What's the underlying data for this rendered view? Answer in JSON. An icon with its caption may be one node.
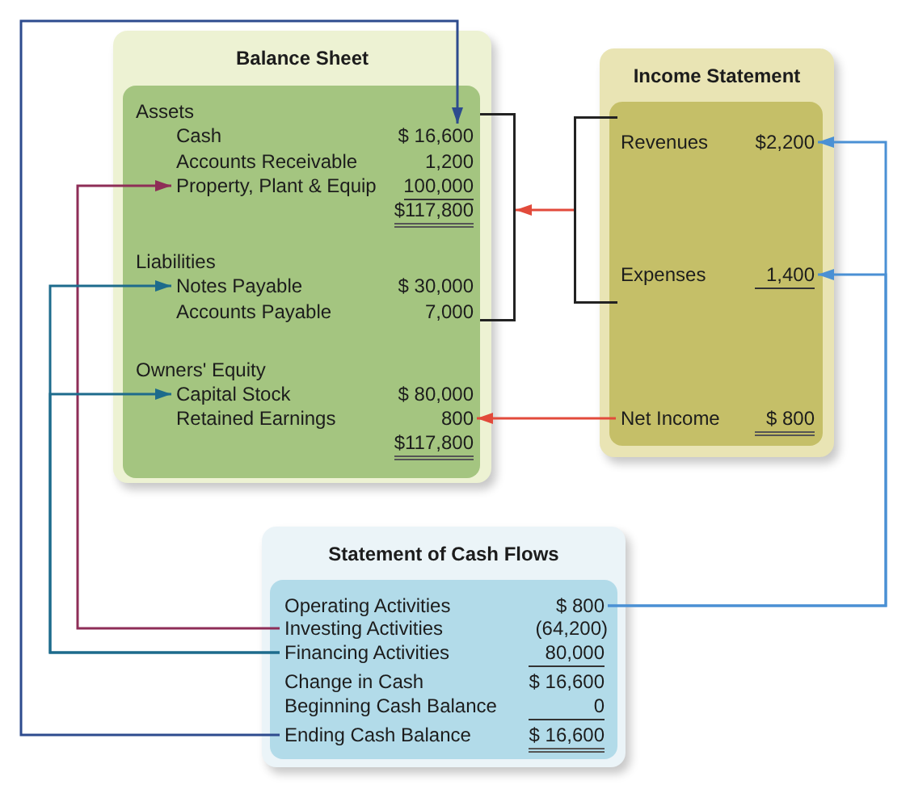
{
  "diagram": {
    "nodes": [
      {
        "text": [
          "Balance Sheet"
        ]
      },
      {
        "text": [
          "Cash",
          "$ 16,600"
        ],
        "in": 0
      },
      {
        "text": [
          "Property, Plant & Equip",
          "100,000"
        ],
        "in": 0
      },
      {
        "text": [
          "Notes Payable",
          "$ 30,000"
        ],
        "in": 0
      },
      {
        "text": [
          "Capital Stock",
          "$ 80,000"
        ],
        "in": 0
      },
      {
        "text": [
          "Retained Earnings",
          "800"
        ],
        "in": 0
      },
      {
        "text": [],
        "shape": "bracket"
      },
      {
        "text": [],
        "shape": "bracket"
      },
      {
        "text": [
          "Income Statement"
        ]
      },
      {
        "text": [
          "Revenues",
          "$2,200"
        ],
        "in": 8
      },
      {
        "text": [
          "Expenses",
          "1,400"
        ],
        "in": 8
      },
      {
        "text": [
          "Net Income",
          "$ 800"
        ],
        "in": 8
      },
      {
        "text": [
          "Statement of Cash Flows"
        ]
      },
      {
        "text": [
          "Operating Activities",
          "$ 800"
        ],
        "in": 12
      },
      {
        "text": [
          "Investing Activities",
          "(64,200)"
        ],
        "in": 12
      },
      {
        "text": [
          "Financing Activities",
          "80,000"
        ],
        "in": 12
      },
      {
        "text": [
          "Ending Cash Balance",
          "$ 16,600"
        ],
        "in": 12
      }
    ],
    "edges": [
      {
        "from": 16,
        "to": 1,
        "arrow": "to",
        "color": "#2d4b8e"
      },
      {
        "from": 14,
        "to": 2,
        "arrow": "to",
        "color": "#8e2d57"
      },
      {
        "from": 15,
        "to": 3,
        "arrow": "to",
        "color": "#1d6b8c"
      },
      {
        "from": 15,
        "to": 4,
        "arrow": "to",
        "color": "#1d6b8c"
      },
      {
        "from": 11,
        "to": 5,
        "arrow": "to",
        "color": "#e24a3b"
      },
      {
        "from": 7,
        "to": 6,
        "arrow": "to",
        "color": "#e24a3b"
      },
      {
        "from": 13,
        "to": 9,
        "arrow": "to",
        "color": "#4a90d4"
      },
      {
        "from": 13,
        "to": 10,
        "arrow": "to",
        "color": "#4a90d4"
      }
    ],
    "labels": [
      "Assets",
      "Accounts Receivable",
      "1,200",
      "$117,800",
      "Liabilities",
      "Accounts Payable",
      "7,000",
      "Owners' Equity",
      "$117,800",
      "Change in Cash",
      "$ 16,600",
      "Beginning Cash Balance",
      "0"
    ]
  }
}
